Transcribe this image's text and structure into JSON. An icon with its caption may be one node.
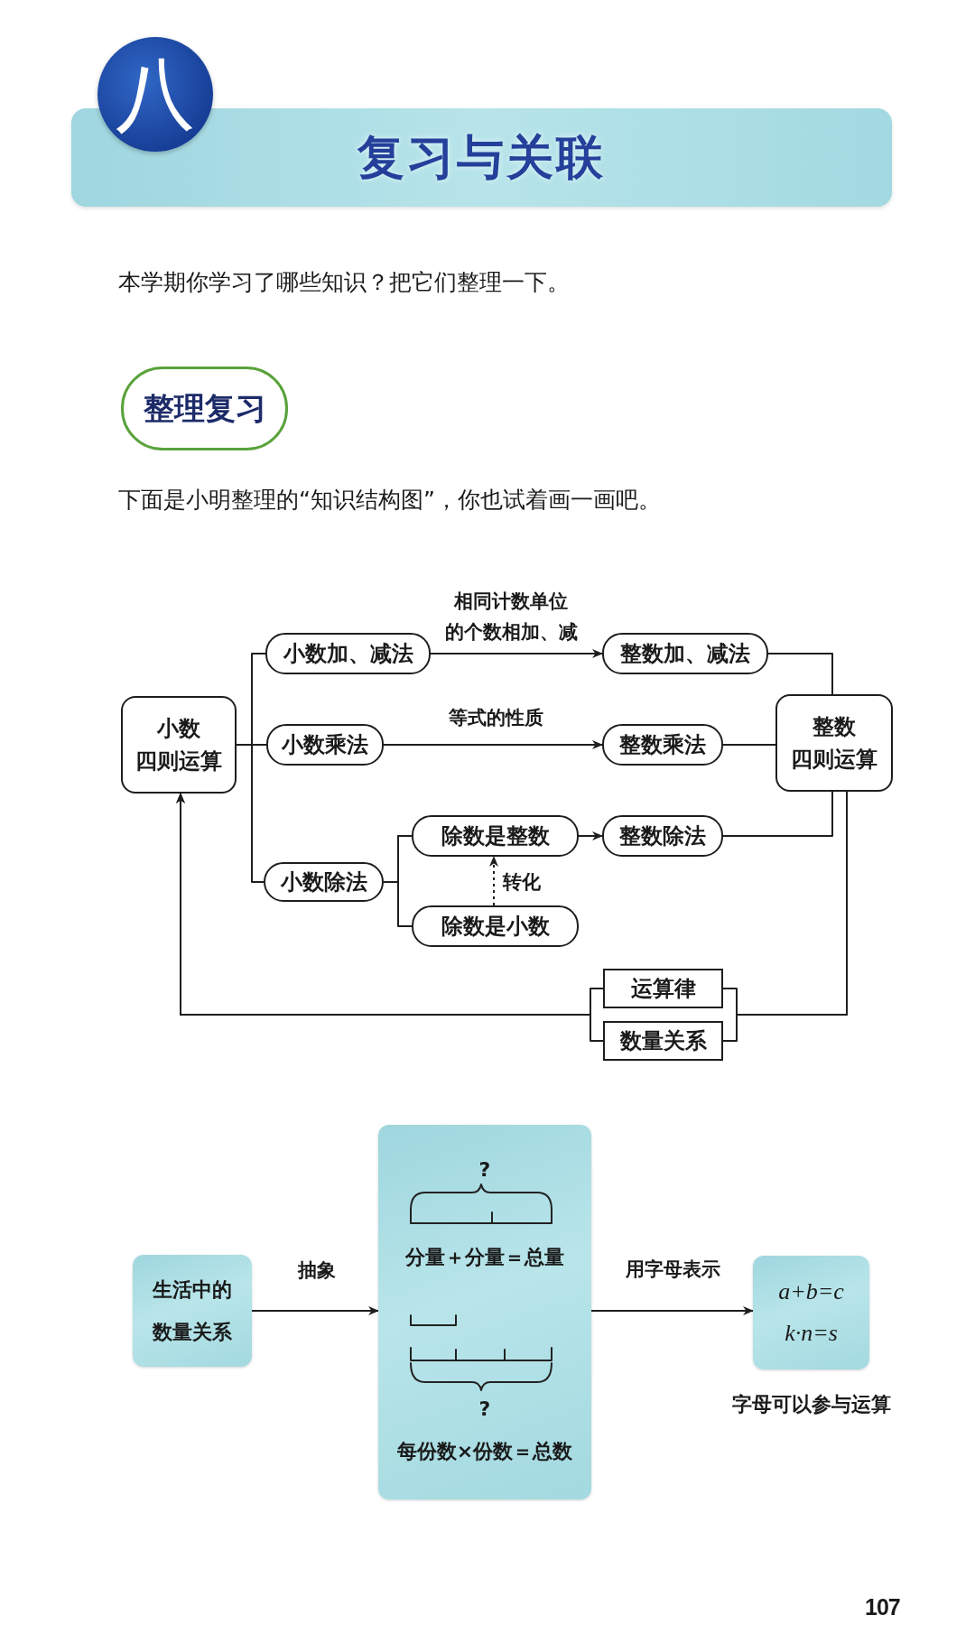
{
  "diagram": {
    "title": "复习与关联",
    "nodes": [
      {
        "text": [
          "八"
        ]
      },
      {
        "text": [
          "整理复习"
        ]
      },
      {
        "text": [
          "小数加、减法"
        ]
      },
      {
        "text": [
          "整数加、减法"
        ]
      },
      {
        "text": [
          "小数四则运算"
        ]
      },
      {
        "text": [
          "小数乘法"
        ]
      },
      {
        "text": [
          "整数乘法"
        ]
      },
      {
        "text": [
          "整数四则运算"
        ]
      },
      {
        "text": [
          "除数是整数"
        ]
      },
      {
        "text": [
          "整数除法"
        ]
      },
      {
        "text": [
          "小数除法"
        ]
      },
      {
        "text": [
          "除数是小数"
        ]
      },
      {
        "text": [
          "运算律"
        ]
      },
      {
        "text": [
          "数量关系"
        ]
      },
      {
        "text": [
          "生活中的数量关系"
        ]
      },
      {
        "text": [
          "?",
          "分量＋分量＝总量",
          "?",
          "每份数×份数＝总数"
        ]
      },
      {
        "text": [
          "a+b=c",
          "k·n=s"
        ],
        "beside": [
          "字母可以参与运算"
        ]
      }
    ],
    "edges": [
      {
        "from": 4,
        "to": 2,
        "arrow": "none"
      },
      {
        "from": 4,
        "to": 5,
        "arrow": "none"
      },
      {
        "from": 4,
        "to": 10,
        "arrow": "none"
      },
      {
        "from": 2,
        "to": 3,
        "arrow": "to",
        "label": "相同计数单位的个数相加、减"
      },
      {
        "from": 5,
        "to": 6,
        "arrow": "to",
        "label": "等式的性质"
      },
      {
        "from": 10,
        "to": 8,
        "arrow": "none"
      },
      {
        "from": 10,
        "to": 11,
        "arrow": "none"
      },
      {
        "from": 8,
        "to": 9,
        "arrow": "to"
      },
      {
        "from": 11,
        "to": 8,
        "arrow": "to",
        "style": "dashed",
        "label": "转化"
      },
      {
        "from": 3,
        "to": 7,
        "arrow": "none"
      },
      {
        "from": 6,
        "to": 7,
        "arrow": "none"
      },
      {
        "from": 9,
        "to": 7,
        "arrow": "none"
      },
      {
        "from": 7,
        "to": 12,
        "arrow": "none"
      },
      {
        "from": 7,
        "to": 13,
        "arrow": "none"
      },
      {
        "from": 12,
        "to": 4,
        "arrow": "to"
      },
      {
        "from": 13,
        "to": 4,
        "arrow": "to"
      },
      {
        "from": 14,
        "to": 15,
        "arrow": "to",
        "label": "抽象"
      },
      {
        "from": 15,
        "to": 16,
        "arrow": "to",
        "label": "用字母表示"
      }
    ],
    "labels": [
      "本学期你学习了哪些知识？把它们整理一下。",
      "下面是小明整理的“知识结构图”，你也试着画一画吧。",
      "107"
    ]
  }
}
